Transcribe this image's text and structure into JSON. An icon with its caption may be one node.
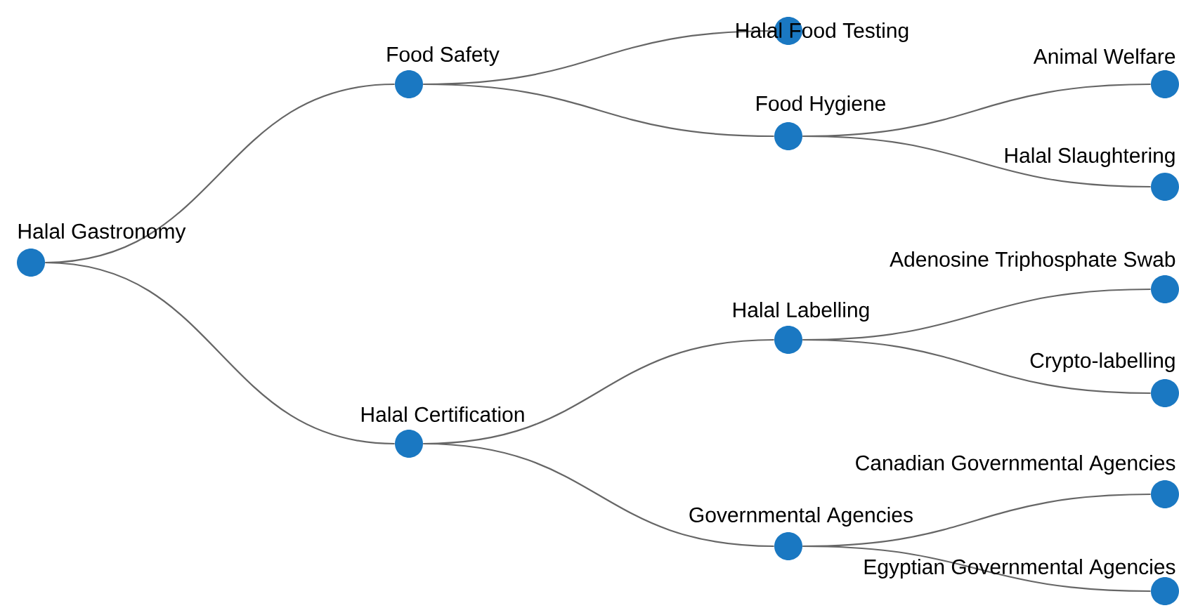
{
  "diagram": {
    "nodes": [
      {
        "text": [
          "Halal Gastronomy"
        ]
      },
      {
        "text": [
          "Food Safety"
        ]
      },
      {
        "text": [
          "Halal Food Testing"
        ]
      },
      {
        "text": [
          "Food Hygiene"
        ]
      },
      {
        "text": [
          "Animal Welfare"
        ]
      },
      {
        "text": [
          "Halal Slaughtering"
        ]
      },
      {
        "text": [
          "Halal Certification"
        ]
      },
      {
        "text": [
          "Halal Labelling"
        ]
      },
      {
        "text": [
          "Adenosine Triphosphate Swab"
        ]
      },
      {
        "text": [
          "Crypto-labelling"
        ]
      },
      {
        "text": [
          "Governmental Agencies"
        ]
      },
      {
        "text": [
          "Canadian Governmental Agencies"
        ]
      },
      {
        "text": [
          "Egyptian Governmental Agencies"
        ]
      }
    ],
    "edges": [
      {
        "from": 0,
        "to": 1,
        "arrow": "none"
      },
      {
        "from": 0,
        "to": 6,
        "arrow": "none"
      },
      {
        "from": 1,
        "to": 2,
        "arrow": "none"
      },
      {
        "from": 1,
        "to": 3,
        "arrow": "none"
      },
      {
        "from": 3,
        "to": 4,
        "arrow": "none"
      },
      {
        "from": 3,
        "to": 5,
        "arrow": "none"
      },
      {
        "from": 6,
        "to": 7,
        "arrow": "none"
      },
      {
        "from": 6,
        "to": 10,
        "arrow": "none"
      },
      {
        "from": 7,
        "to": 8,
        "arrow": "none"
      },
      {
        "from": 7,
        "to": 9,
        "arrow": "none"
      },
      {
        "from": 10,
        "to": 11,
        "arrow": "none"
      },
      {
        "from": 10,
        "to": 12,
        "arrow": "none"
      }
    ]
  }
}
